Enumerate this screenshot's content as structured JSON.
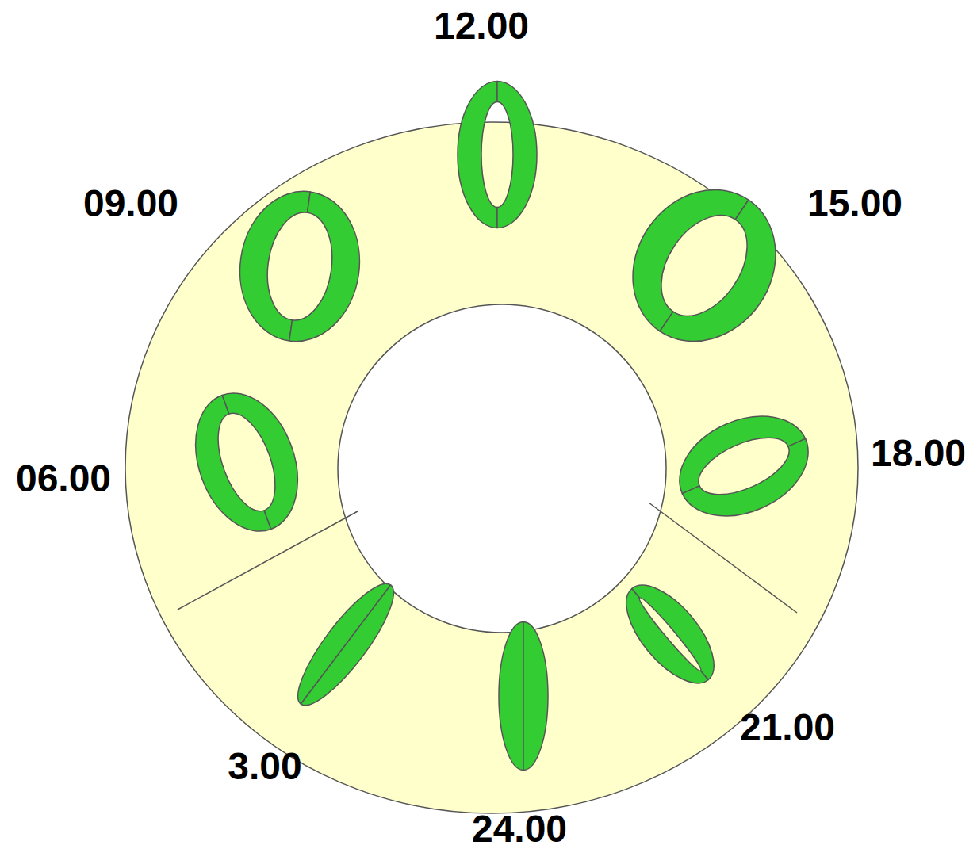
{
  "diagram": {
    "labels": [
      "12.00",
      "15.00",
      "18.00",
      "21.00",
      "24.00",
      "3.00",
      "06.00",
      "09.00"
    ]
  }
}
